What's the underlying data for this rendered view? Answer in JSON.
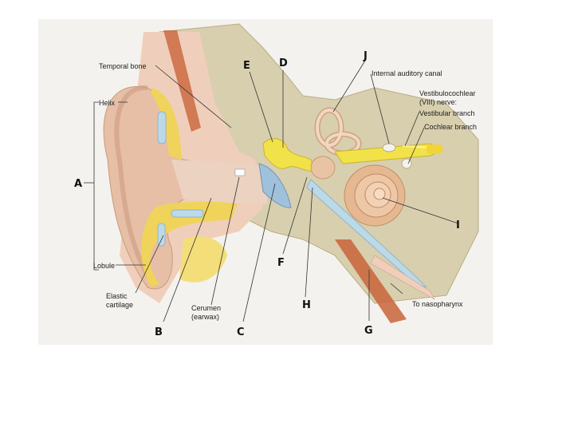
{
  "labels": {
    "temporal_bone": "Temporal bone",
    "helix": "Helix",
    "lobule": "Lobule",
    "elastic_cartilage_1": "Elastic",
    "elastic_cartilage_2": "cartilage",
    "cerumen_1": "Cerumen",
    "cerumen_2": "(earwax)",
    "internal_auditory_canal": "Internal auditory canal",
    "vestibulocochlear_1": "Vestibulocochlear",
    "vestibulocochlear_2": "(VIII) nerve:",
    "vestibular_branch": "Vestibular branch",
    "cochlear_branch": "Cochlear branch",
    "to_nasopharynx": "To nasopharynx"
  },
  "letters": {
    "A": "A",
    "B": "B",
    "C": "C",
    "D": "D",
    "E": "E",
    "F": "F",
    "G": "G",
    "H": "H",
    "I": "I",
    "J": "J"
  },
  "colors": {
    "skin": "#e6bfa6",
    "bone": "#d8cfae",
    "cartilage": "#f0d35a",
    "fluid": "#bcd9e8",
    "nerve": "#f2e24a",
    "muscle": "#c9643a"
  }
}
